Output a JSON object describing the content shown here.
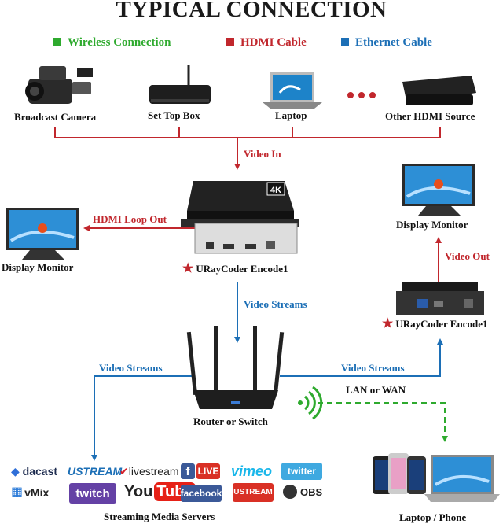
{
  "title": "TYPICAL CONNECTION",
  "legend": {
    "wireless": "Wireless Connection",
    "hdmi": "HDMI Cable",
    "ethernet": "Ethernet Cable",
    "colors": {
      "wireless": "#2eaa2e",
      "hdmi": "#c1272d",
      "ethernet": "#1c6fb6"
    }
  },
  "sources": {
    "camera": "Broadcast Camera",
    "settop": "Set Top Box",
    "laptop": "Laptop",
    "other": "Other HDMI Source"
  },
  "links": {
    "video_in": "Video  In",
    "hdmi_loop_out": "HDMI Loop Out",
    "video_out": "Video Out",
    "video_streams_down": "Video Streams",
    "video_streams_left": "Video Streams",
    "video_streams_right": "Video Streams",
    "lan_wan": "LAN or WAN"
  },
  "devices": {
    "display_left": "Display Monitor",
    "display_right": "Display Monitor",
    "encoder_main": "URayCoder Encode1",
    "encoder_decoder": "URayCoder Encode1",
    "encoder_badge": "4K",
    "router": "Router or Switch",
    "laptop_phone": "Laptop / Phone"
  },
  "servers": {
    "caption": "Streaming Media Servers",
    "logos": {
      "dacast": "dacast",
      "ustream": "USTREAM",
      "livestream": "livestream",
      "facebook_live": "LIVE",
      "vimeo": "vimeo",
      "twitter": "twitter",
      "vmix": "vMix",
      "twitch": "twitch",
      "youtube_you": "You",
      "youtube_tube": "Tube",
      "facebook": "facebook",
      "ustream_box": "USTREAM",
      "obs": "OBS"
    }
  }
}
